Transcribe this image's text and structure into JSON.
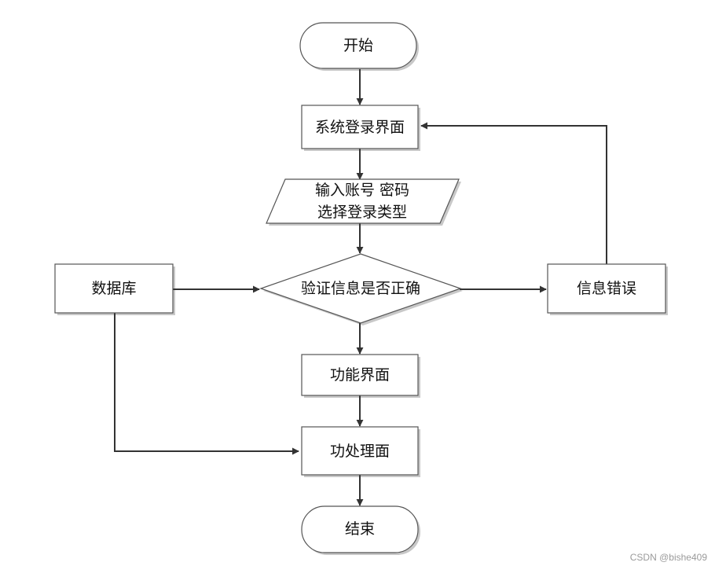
{
  "nodes": {
    "start": "开始",
    "login": "系统登录界面",
    "input_line1": "输入账号 密码",
    "input_line2": "选择登录类型",
    "database": "数据库",
    "verify": "验证信息是否正确",
    "error": "信息错误",
    "function": "功能界面",
    "process": "功处理面",
    "end": "结束"
  },
  "watermark": "CSDN @bishe409",
  "colors": {
    "stroke": "#333333",
    "shadow": "#b0b0b0",
    "fill": "#ffffff",
    "text": "#111111"
  }
}
